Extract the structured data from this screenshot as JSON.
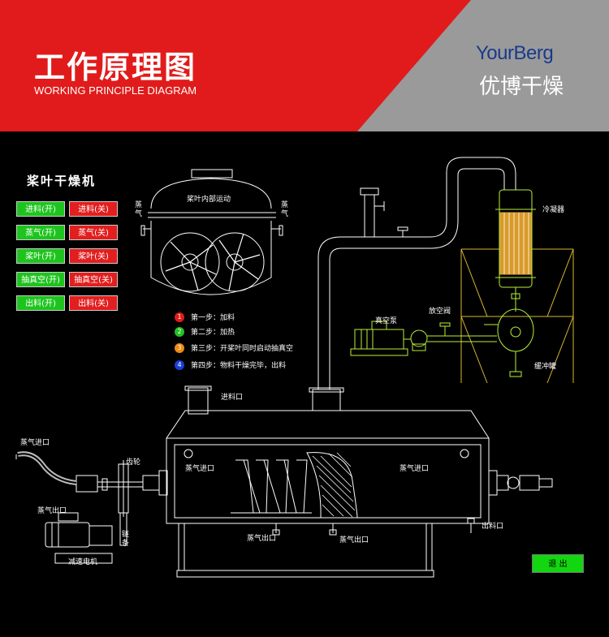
{
  "header": {
    "title_cn": "工作原理图",
    "title_en": "WORKING PRINCIPLE DIAGRAM",
    "brand_en": "YourBerg",
    "brand_cn": "优博干燥"
  },
  "colors": {
    "red": "#e11b1b",
    "gray": "#9c9c9c",
    "green": "#1ec41e"
  },
  "panel": {
    "title": "桨叶干燥机",
    "buttons": [
      {
        "on": "进料(开)",
        "off": "进料(关)"
      },
      {
        "on": "蒸气(开)",
        "off": "蒸气(关)"
      },
      {
        "on": "桨叶(开)",
        "off": "桨叶(关)"
      },
      {
        "on": "抽真空(开)",
        "off": "抽真空(关)"
      },
      {
        "on": "出料(开)",
        "off": "出料(关)"
      }
    ]
  },
  "steps": [
    {
      "num": "1",
      "text": "第一步：加料",
      "color": "#e11b1b"
    },
    {
      "num": "2",
      "text": "第二步：加热",
      "color": "#22c022"
    },
    {
      "num": "3",
      "text": "第三步：开桨叶同时启动抽真空",
      "color": "#f08a12"
    },
    {
      "num": "4",
      "text": "第四步：物料干燥完毕，出料",
      "color": "#1a3fd6"
    }
  ],
  "labels": {
    "inner": "桨叶内部运动",
    "steam_left": "蒸气",
    "steam_right": "蒸气",
    "condenser": "冷凝器",
    "vacuum_pump": "真空泵",
    "vent_valve": "放空阀",
    "buffer_tank": "缓冲罐",
    "feed_inlet": "进料口",
    "steam_inlet_top": "蒸气进口",
    "gear": "齿轮",
    "steam_outlet_left": "蒸气出口",
    "steam_inlet_in_left": "蒸气进口",
    "steam_inlet_in_right": "蒸气进口",
    "chain": "链条",
    "motor": "减速电机",
    "steam_outlet_bottom1": "蒸气出口",
    "steam_outlet_bottom2": "蒸气出口",
    "discharge": "出料口"
  },
  "exit_label": "退 出"
}
